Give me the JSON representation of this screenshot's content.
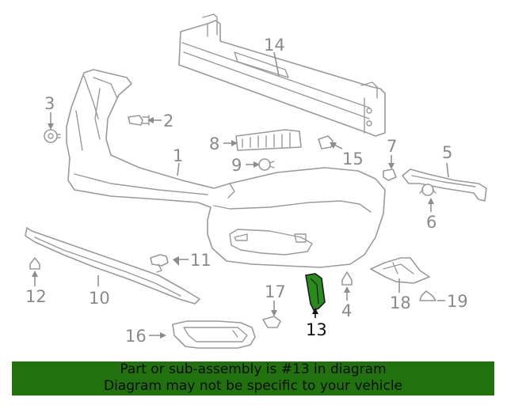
{
  "diagram": {
    "highlighted_part": "13",
    "callouts": {
      "c1": "1",
      "c2": "2",
      "c3": "3",
      "c4": "4",
      "c5": "5",
      "c6": "6",
      "c7": "7",
      "c8": "8",
      "c9": "9",
      "c10": "10",
      "c11": "11",
      "c12": "12",
      "c13": "13",
      "c14": "14",
      "c15": "15",
      "c16": "16",
      "c17": "17",
      "c18": "18",
      "c19": "19"
    }
  },
  "banner": {
    "line1": "Part or sub-assembly is #13 in diagram",
    "line2": "Diagram may not be specific to your vehicle"
  },
  "colors": {
    "banner_bg": "#22710f",
    "highlight": "#2a8a1e",
    "line": "#9a9a9a"
  }
}
